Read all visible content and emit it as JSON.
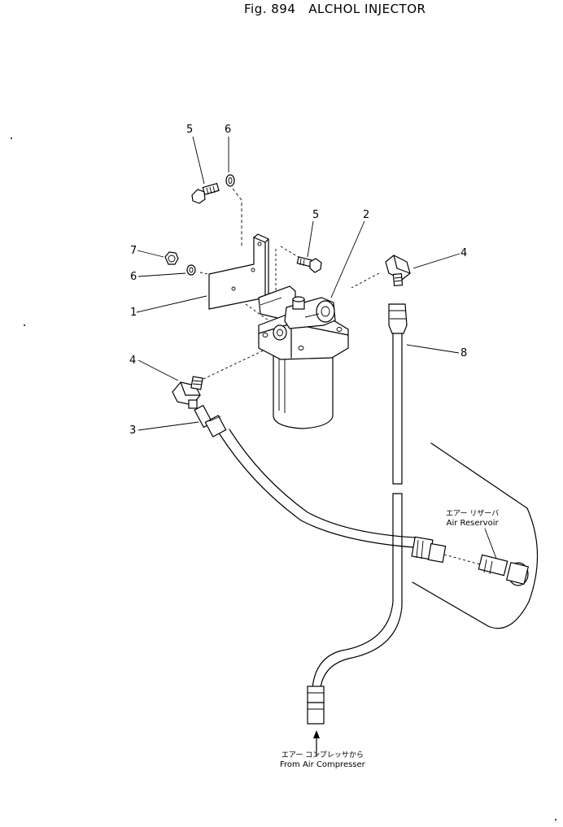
{
  "figure": {
    "number": "Fig. 894",
    "title": "ALCHOL INJECTOR"
  },
  "callouts": [
    {
      "id": "c-5a",
      "label": "5"
    },
    {
      "id": "c-6a",
      "label": "6"
    },
    {
      "id": "c-5b",
      "label": "5"
    },
    {
      "id": "c-2",
      "label": "2"
    },
    {
      "id": "c-7",
      "label": "7"
    },
    {
      "id": "c-4a",
      "label": "4"
    },
    {
      "id": "c-6b",
      "label": "6"
    },
    {
      "id": "c-1",
      "label": "1"
    },
    {
      "id": "c-8",
      "label": "8"
    },
    {
      "id": "c-4b",
      "label": "4"
    },
    {
      "id": "c-3",
      "label": "3"
    }
  ],
  "notes": {
    "reservoir_jp": "エアー リザーバ",
    "reservoir_en": "Air Reservoir",
    "compressor_jp": "エアー コンプレッサから",
    "compressor_en": "From Air Compresser"
  },
  "style": {
    "line_color": "#000000",
    "background": "#ffffff"
  }
}
